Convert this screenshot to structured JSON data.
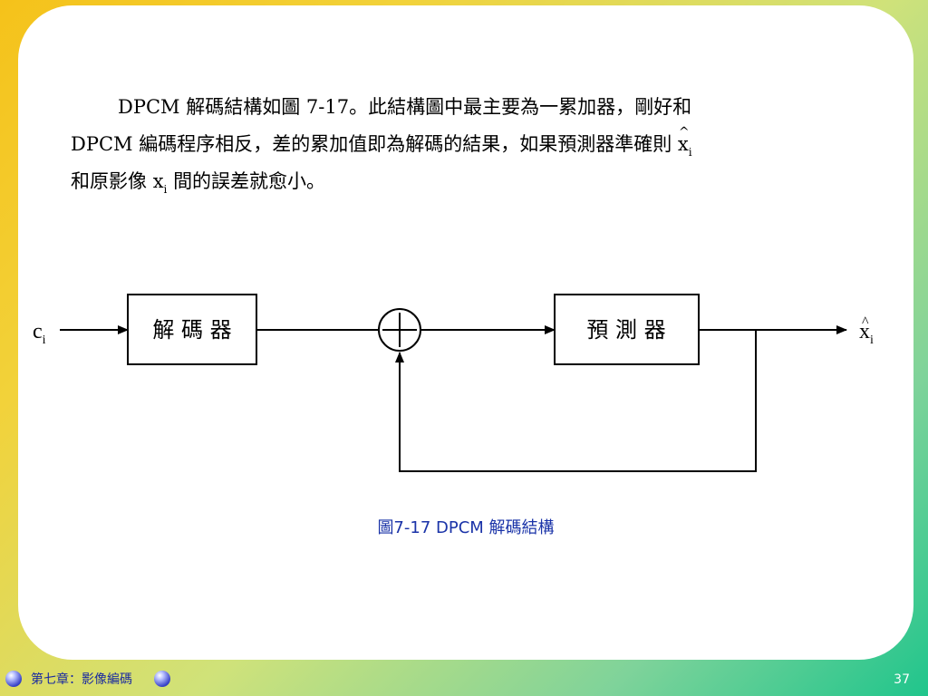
{
  "paragraph": {
    "line1": {
      "t1": "DPCM  解碼結構如圖  7-17。此結構圖中最主要為一累加器，剛好和"
    },
    "line2": {
      "t1": "DPCM  編碼程序相反，差的累加值即為解碼的結果，如果預測器準確則",
      "var": "x",
      "sub": "i"
    },
    "line3": {
      "t1": "和原影像  ",
      "var": "x",
      "sub": "i",
      "t2": "  間的誤差就愈小。"
    }
  },
  "diagram": {
    "input_var": "c",
    "input_sub": "i",
    "decoder_label": "解 碼 器",
    "predictor_label": "預  測  器",
    "output_var": "x",
    "output_sub": "i"
  },
  "caption": "圖7-17  DPCM 解碼結構",
  "footer": {
    "chapter": "第七章：影像編碼",
    "page": "37"
  },
  "colors": {
    "caption": "#1a33a8",
    "footer_text": "#1a2aa0"
  }
}
